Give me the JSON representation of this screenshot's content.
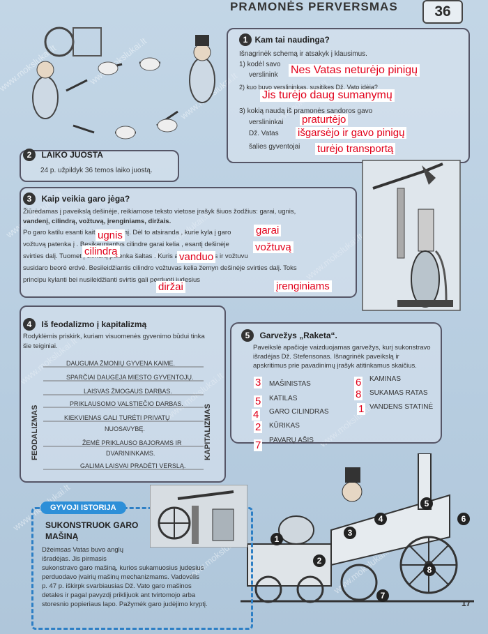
{
  "header": {
    "title": "PRAMONĖS PERVERSMAS",
    "page_number": "36",
    "footer_page": "17"
  },
  "watermark": "www.mokslukai.lt",
  "section1": {
    "number": "1",
    "title": "Kam tai naudinga?",
    "instruction": "Išnagrinėk schemą ir atsakyk į klausimus.",
    "q1": "1) kodėl savo",
    "q1b": "verslinink",
    "q2": "2) kuo buvo verslininkas, susitikęs Dž. Vato idėja?",
    "q3": "3) kokią naudą iš pramonės sandoros gavo",
    "q3a": "verslininkai",
    "q3b": "Dž. Vatas",
    "q3c": "šalies gyventojai",
    "answers": [
      "Nes Vatas neturėjo pinigų",
      "Jis turėjo daug sumanymų",
      "praturtėjo",
      "išgarsėjo ir gavo pinigų",
      "turėjo  transportą"
    ]
  },
  "section2": {
    "number": "2",
    "title": "LAIKO JUOSTA",
    "text": "24 p. užpildyk 36 temos laiko juostą."
  },
  "section3": {
    "number": "3",
    "title": "Kaip veikia garo jėga?",
    "text_lines": [
      "Žiūrėdamas į paveikslą dešinėje, reikiamose teksto vietose įrašyk šiuos žodžius: garai, ugnis,",
      "vandenį, cilindrą, vožtuvą, įrenginiams, diržais.",
      "Po garo katilu esanti                kaitina vandenį. Dėl to atsiranda              , kurie kyla į garo",
      "vožtuvą patenka į                . Besikaupiantys cilindre garai kelia            , esantį dešinėje",
      "svirties dalį. Tuomet į cilindrą patenka šaltas                   . Kuris atvėsina garus ir vožtuvu",
      "susidaro beorė erdvė. Besileidžiantis cilindro vožtuvas kelia žemyn dešinėje svirties dalį. Toks",
      "principu kylanti bei nusileidžianti svirtis                  gali perduoti judesius"
    ],
    "answers": {
      "ugnis": "ugnis",
      "garai": "garai",
      "cilindra": "cilindrą",
      "voztuva": "vožtuvą",
      "vanduo": "vanduo",
      "dirzai": "diržai",
      "irenginiams": "įrenginiams"
    }
  },
  "section4": {
    "number": "4",
    "title": "Iš feodalizmo į kapitalizmą",
    "instruction": "Rodyklėmis priskirk, kuriam visuomenės gyvenimo būdui tinka šie teiginiai.",
    "left_label": "FEODALIZMAS",
    "right_label": "KAPITALIZMAS",
    "statements": [
      "DAUGUMA ŽMONIŲ GYVENA KAIME.",
      "SPARČIAI DAUGĖJA MIESTO GYVENTOJŲ.",
      "LAISVAS ŽMOGAUS DARBAS.",
      "PRIKLAUSOMO VALSTIEČIO DARBAS.",
      "KIEKVIENAS GALI TURĖTI PRIVATŲ",
      "NUOSAVYBĘ.",
      "ŽEMĖ PRIKLAUSO BAJORAMS IR",
      "DVARININKAMS.",
      "GALIMA LAISVAI PRADĖTI VERSLĄ."
    ]
  },
  "section5": {
    "number": "5",
    "title": "Garvežys „Raketa“.",
    "instruction_lines": [
      "Paveikslė apačioje vaizduojamas garvežys, kurį sukonstravo",
      "išradėjas Dž. Stefensonas. Išnagrinėk paveikslą ir",
      "apskritimus prie pavadinimų įrašyk atitinkamus skaičius."
    ],
    "parts_left": [
      {
        "label": "MAŠINISTAS",
        "answer": "3"
      },
      {
        "label": "KATILAS",
        "answer": "5"
      },
      {
        "label": "GARO CILINDRAS",
        "answer": "4"
      },
      {
        "label": "KŪRIKAS",
        "answer": "2"
      },
      {
        "label": "PAVARŲ AŠIS",
        "answer": "7"
      }
    ],
    "parts_right": [
      {
        "label": "KAMINAS",
        "answer": "6"
      },
      {
        "label": "SUKAMAS RATAS",
        "answer": "8"
      },
      {
        "label": "VANDENS STATINĖ",
        "answer": "1"
      }
    ],
    "wheel_numbers": [
      "1",
      "2",
      "3",
      "4",
      "5",
      "6",
      "7",
      "8"
    ]
  },
  "gyvoji": {
    "badge": "GYVOJI ISTORIJA",
    "title_line1": "SUKONSTRUOK GARO",
    "title_line2": "MAŠINĄ",
    "text_lines": [
      "Džeimsas Vatas buvo anglų",
      "išradėjas. Jis pirmasis",
      "sukonstravo garo mašiną, kurios sukamuosius judesius",
      "perduodavo įvairių mašinų mechanizmams. Vadovėlis",
      "p. 47 p. iškirpk svarbiausias Dž. Vato garo mašinos",
      "detales ir pagal pavyzdį priklijuok ant tvirtomojo arba",
      "storesnio popieriaus lapo. Pažymėk garo judėjimo kryptį."
    ]
  }
}
